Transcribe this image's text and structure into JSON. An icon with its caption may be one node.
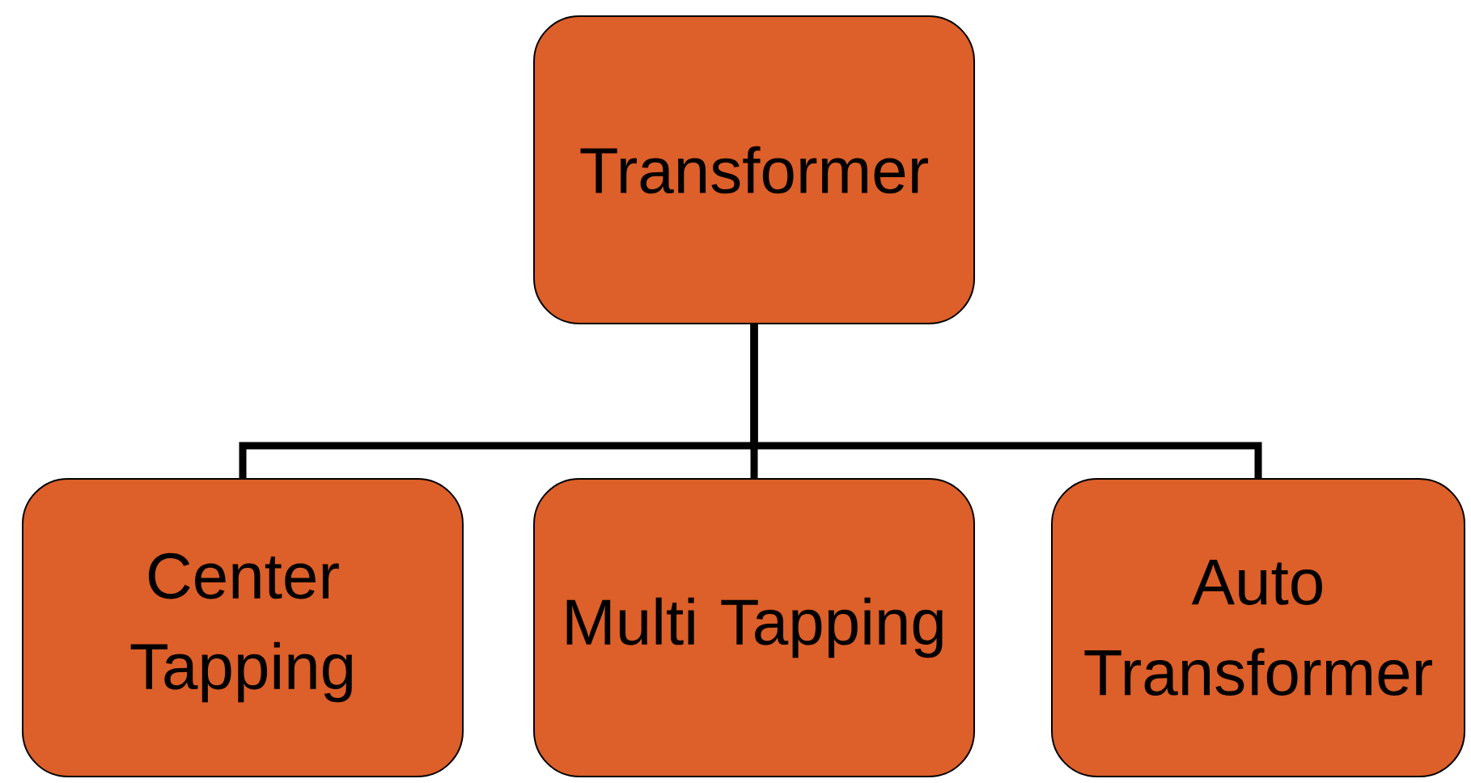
{
  "diagram": {
    "nodes": [
      {
        "text": [
          "Transformer"
        ]
      },
      {
        "text": [
          "Center Tapping"
        ]
      },
      {
        "text": [
          "Multi Tapping"
        ]
      },
      {
        "text": [
          "Auto Transformer"
        ]
      }
    ],
    "edges": [
      {
        "from": 0,
        "to": 1,
        "arrow": "none"
      },
      {
        "from": 0,
        "to": 2,
        "arrow": "none"
      },
      {
        "from": 0,
        "to": 3,
        "arrow": "none"
      }
    ]
  }
}
